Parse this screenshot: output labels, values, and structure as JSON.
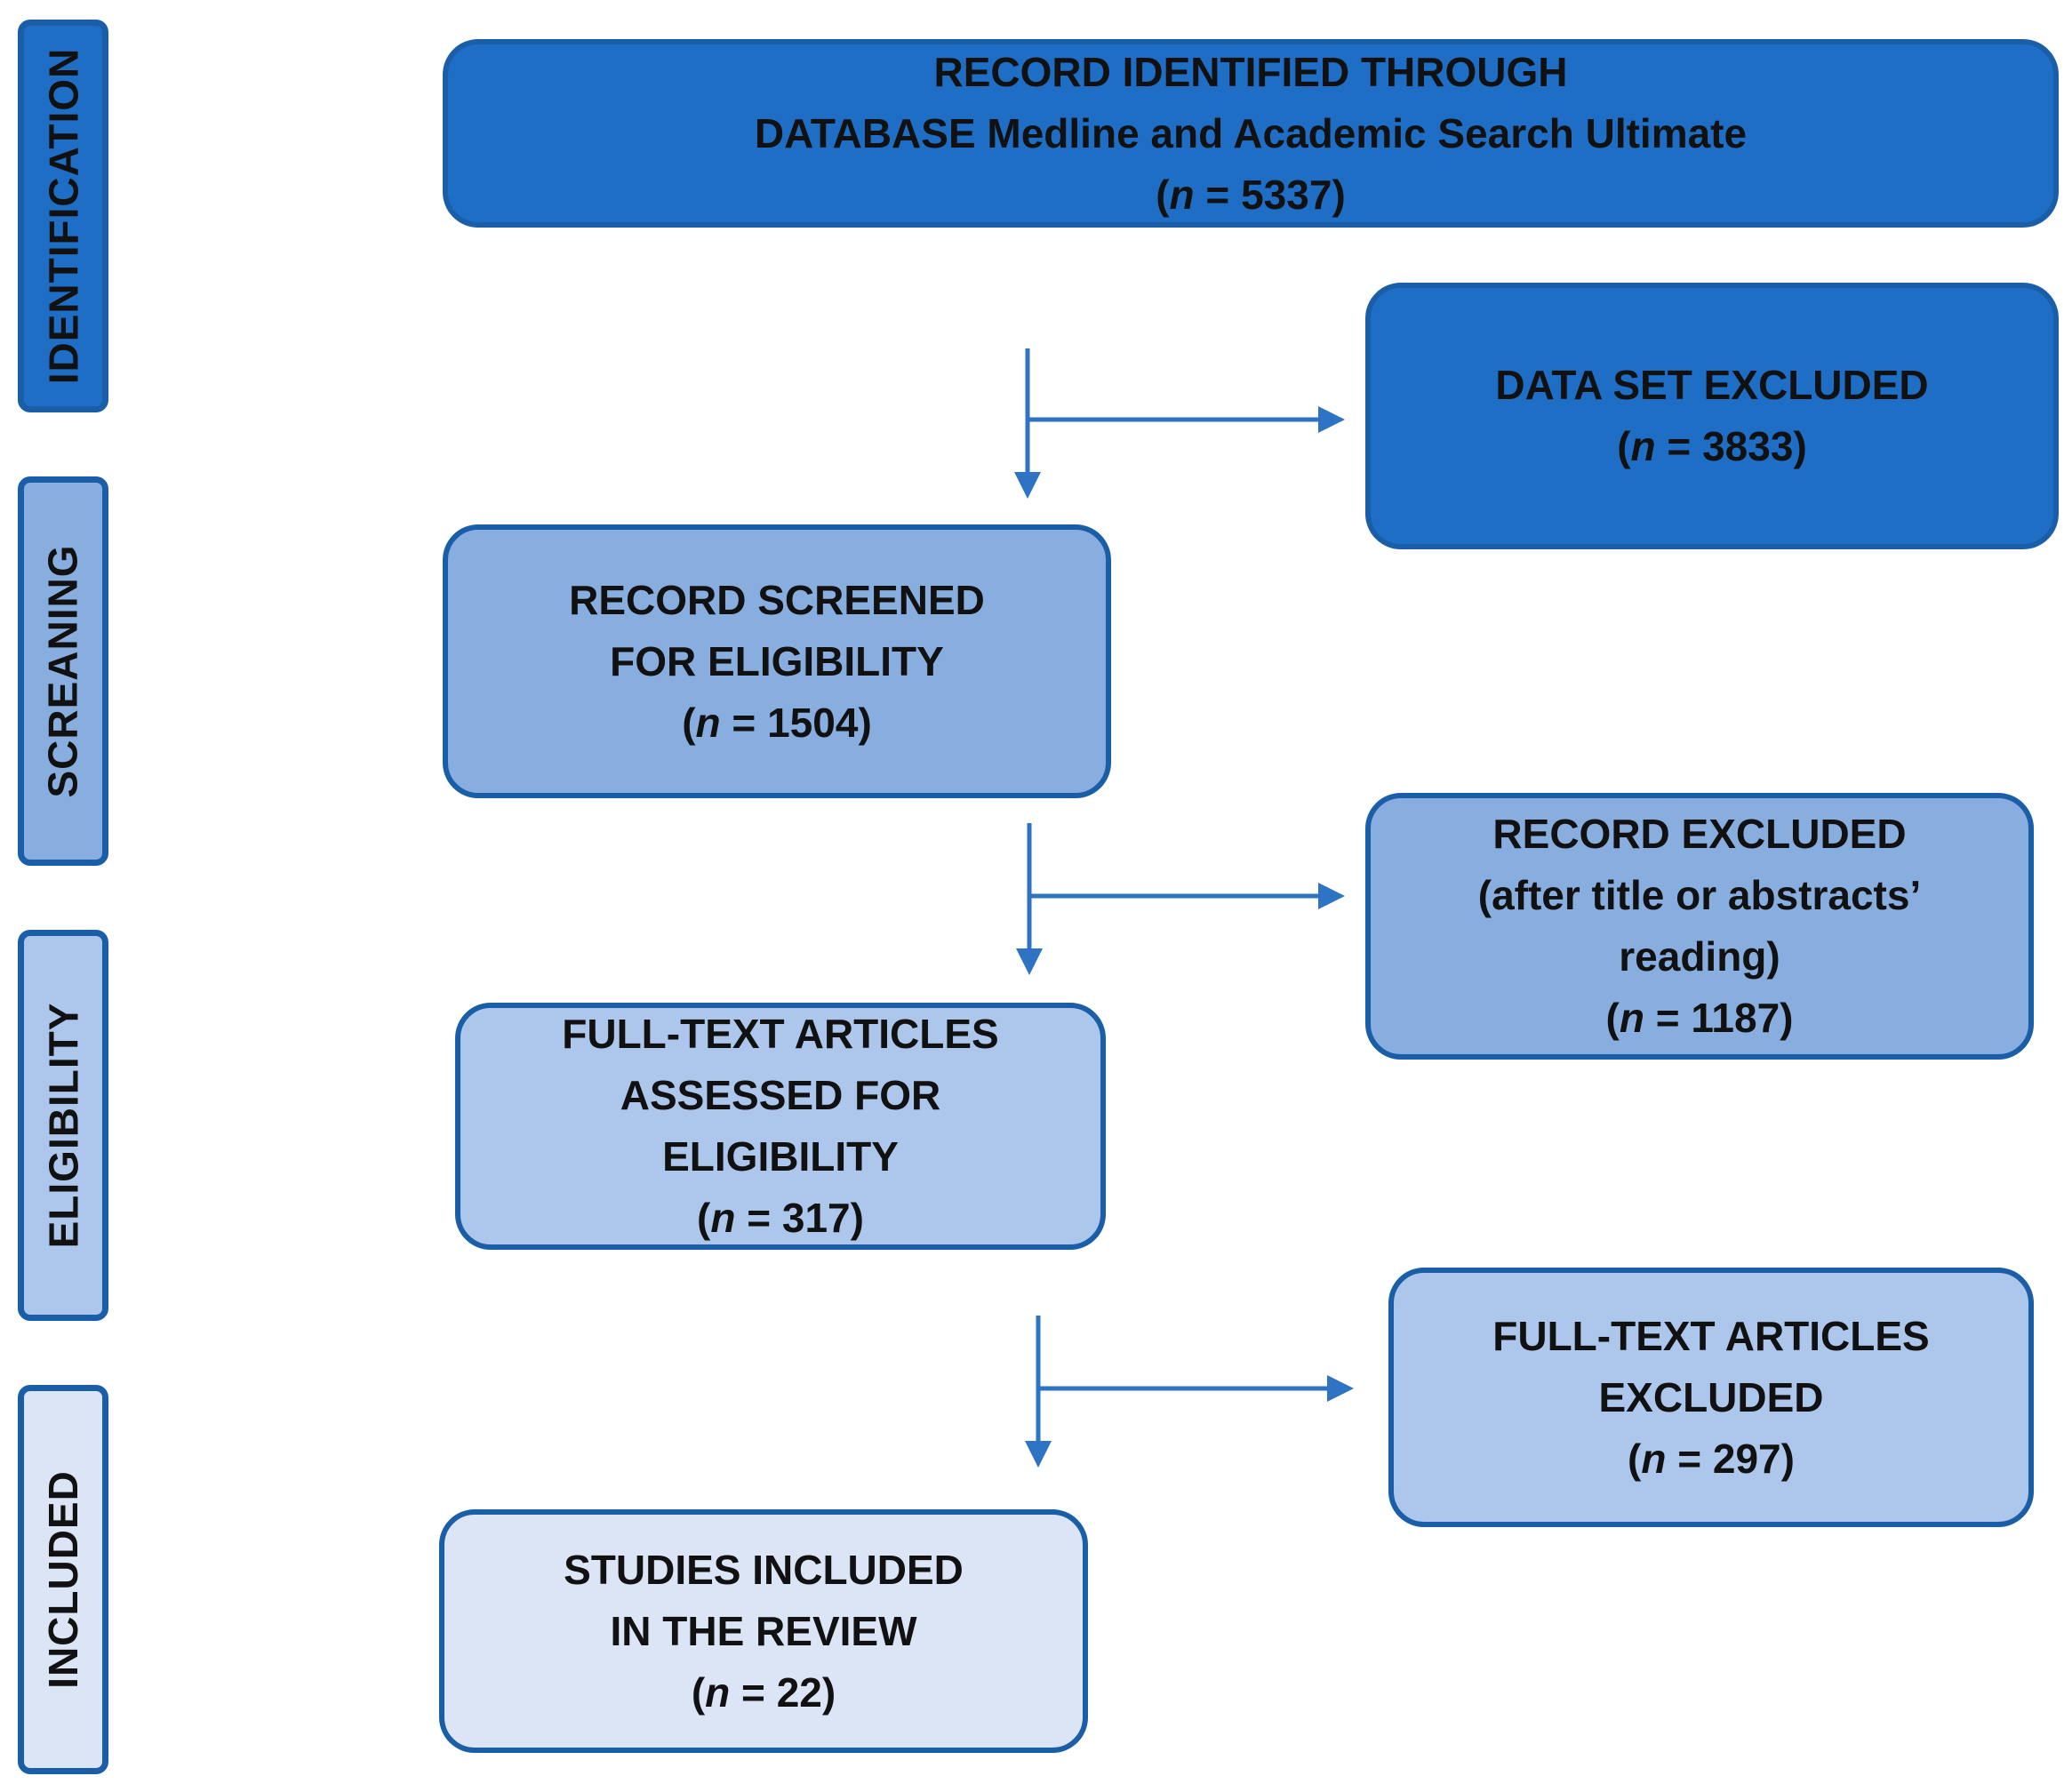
{
  "stages": {
    "identification": "IDENTIFICATION",
    "screening": "SCREANING",
    "eligibility": "ELIGIBILITY",
    "included": "INCLUDED"
  },
  "boxes": {
    "identified": {
      "lines": [
        "RECORD IDENTIFIED THROUGH",
        "DATABASE Medline and Academic Search Ultimate"
      ],
      "n_symbol": "n",
      "count": "5337"
    },
    "dataset_excluded": {
      "lines": [
        "DATA SET EXCLUDED"
      ],
      "n_symbol": "n",
      "count": "3833"
    },
    "screened": {
      "lines": [
        "RECORD SCREENED",
        "FOR ELIGIBILITY"
      ],
      "n_symbol": "n",
      "count": "1504"
    },
    "record_excluded": {
      "lines": [
        "RECORD EXCLUDED",
        "(after title or abstracts’",
        "reading)"
      ],
      "n_symbol": "n",
      "count": "1187"
    },
    "fulltext_assessed": {
      "lines": [
        "FULL-TEXT ARTICLES",
        "ASSESSED FOR",
        "ELIGIBILITY"
      ],
      "n_symbol": "n",
      "count": "317"
    },
    "fulltext_excluded": {
      "lines": [
        "FULL-TEXT ARTICLES",
        "EXCLUDED"
      ],
      "n_symbol": "n",
      "count": "297"
    },
    "included_studies": {
      "lines": [
        "STUDIES INCLUDED",
        "IN THE REVIEW"
      ],
      "n_symbol": "n",
      "count": "22"
    }
  },
  "colors": {
    "border": "#1b5ea8",
    "dark_fill": "#1f6ec6",
    "mid_fill": "#88addf",
    "light_fill": "#adc6ec",
    "pale_fill": "#dbe5f6",
    "arrow": "#2f73c4"
  }
}
